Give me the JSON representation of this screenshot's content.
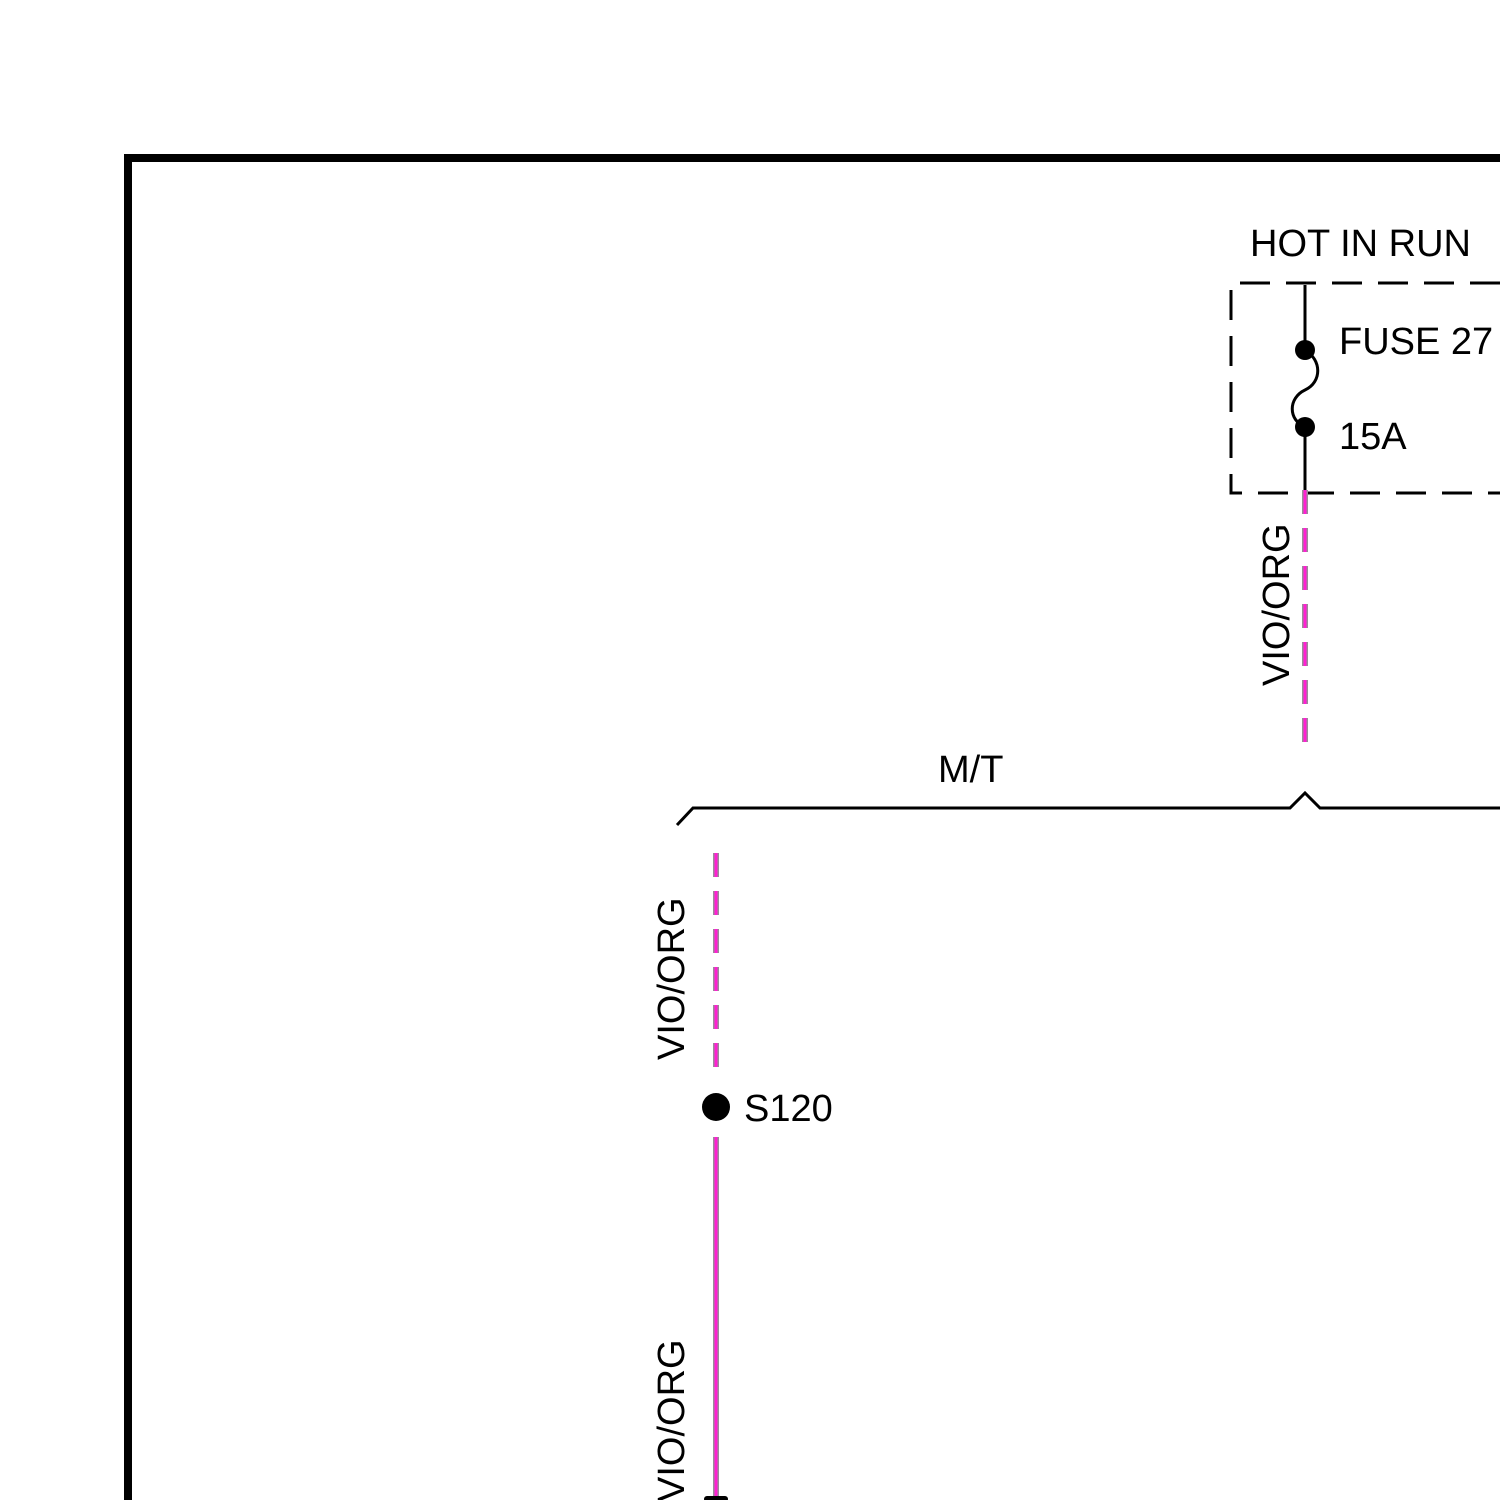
{
  "labels": {
    "hot_in_run": "HOT IN RUN",
    "fuse_name": "FUSE 27",
    "fuse_rating": "15A",
    "option": "M/T",
    "splice": "S120",
    "wire_color_upper": "VIO/ORG",
    "wire_color_middle": "VIO/ORG",
    "wire_color_lower": "VIO/ORG"
  },
  "colors": {
    "frame": "#000000",
    "wire_base": "#9a8a9a",
    "wire_stripe": "#ff1fd2"
  }
}
